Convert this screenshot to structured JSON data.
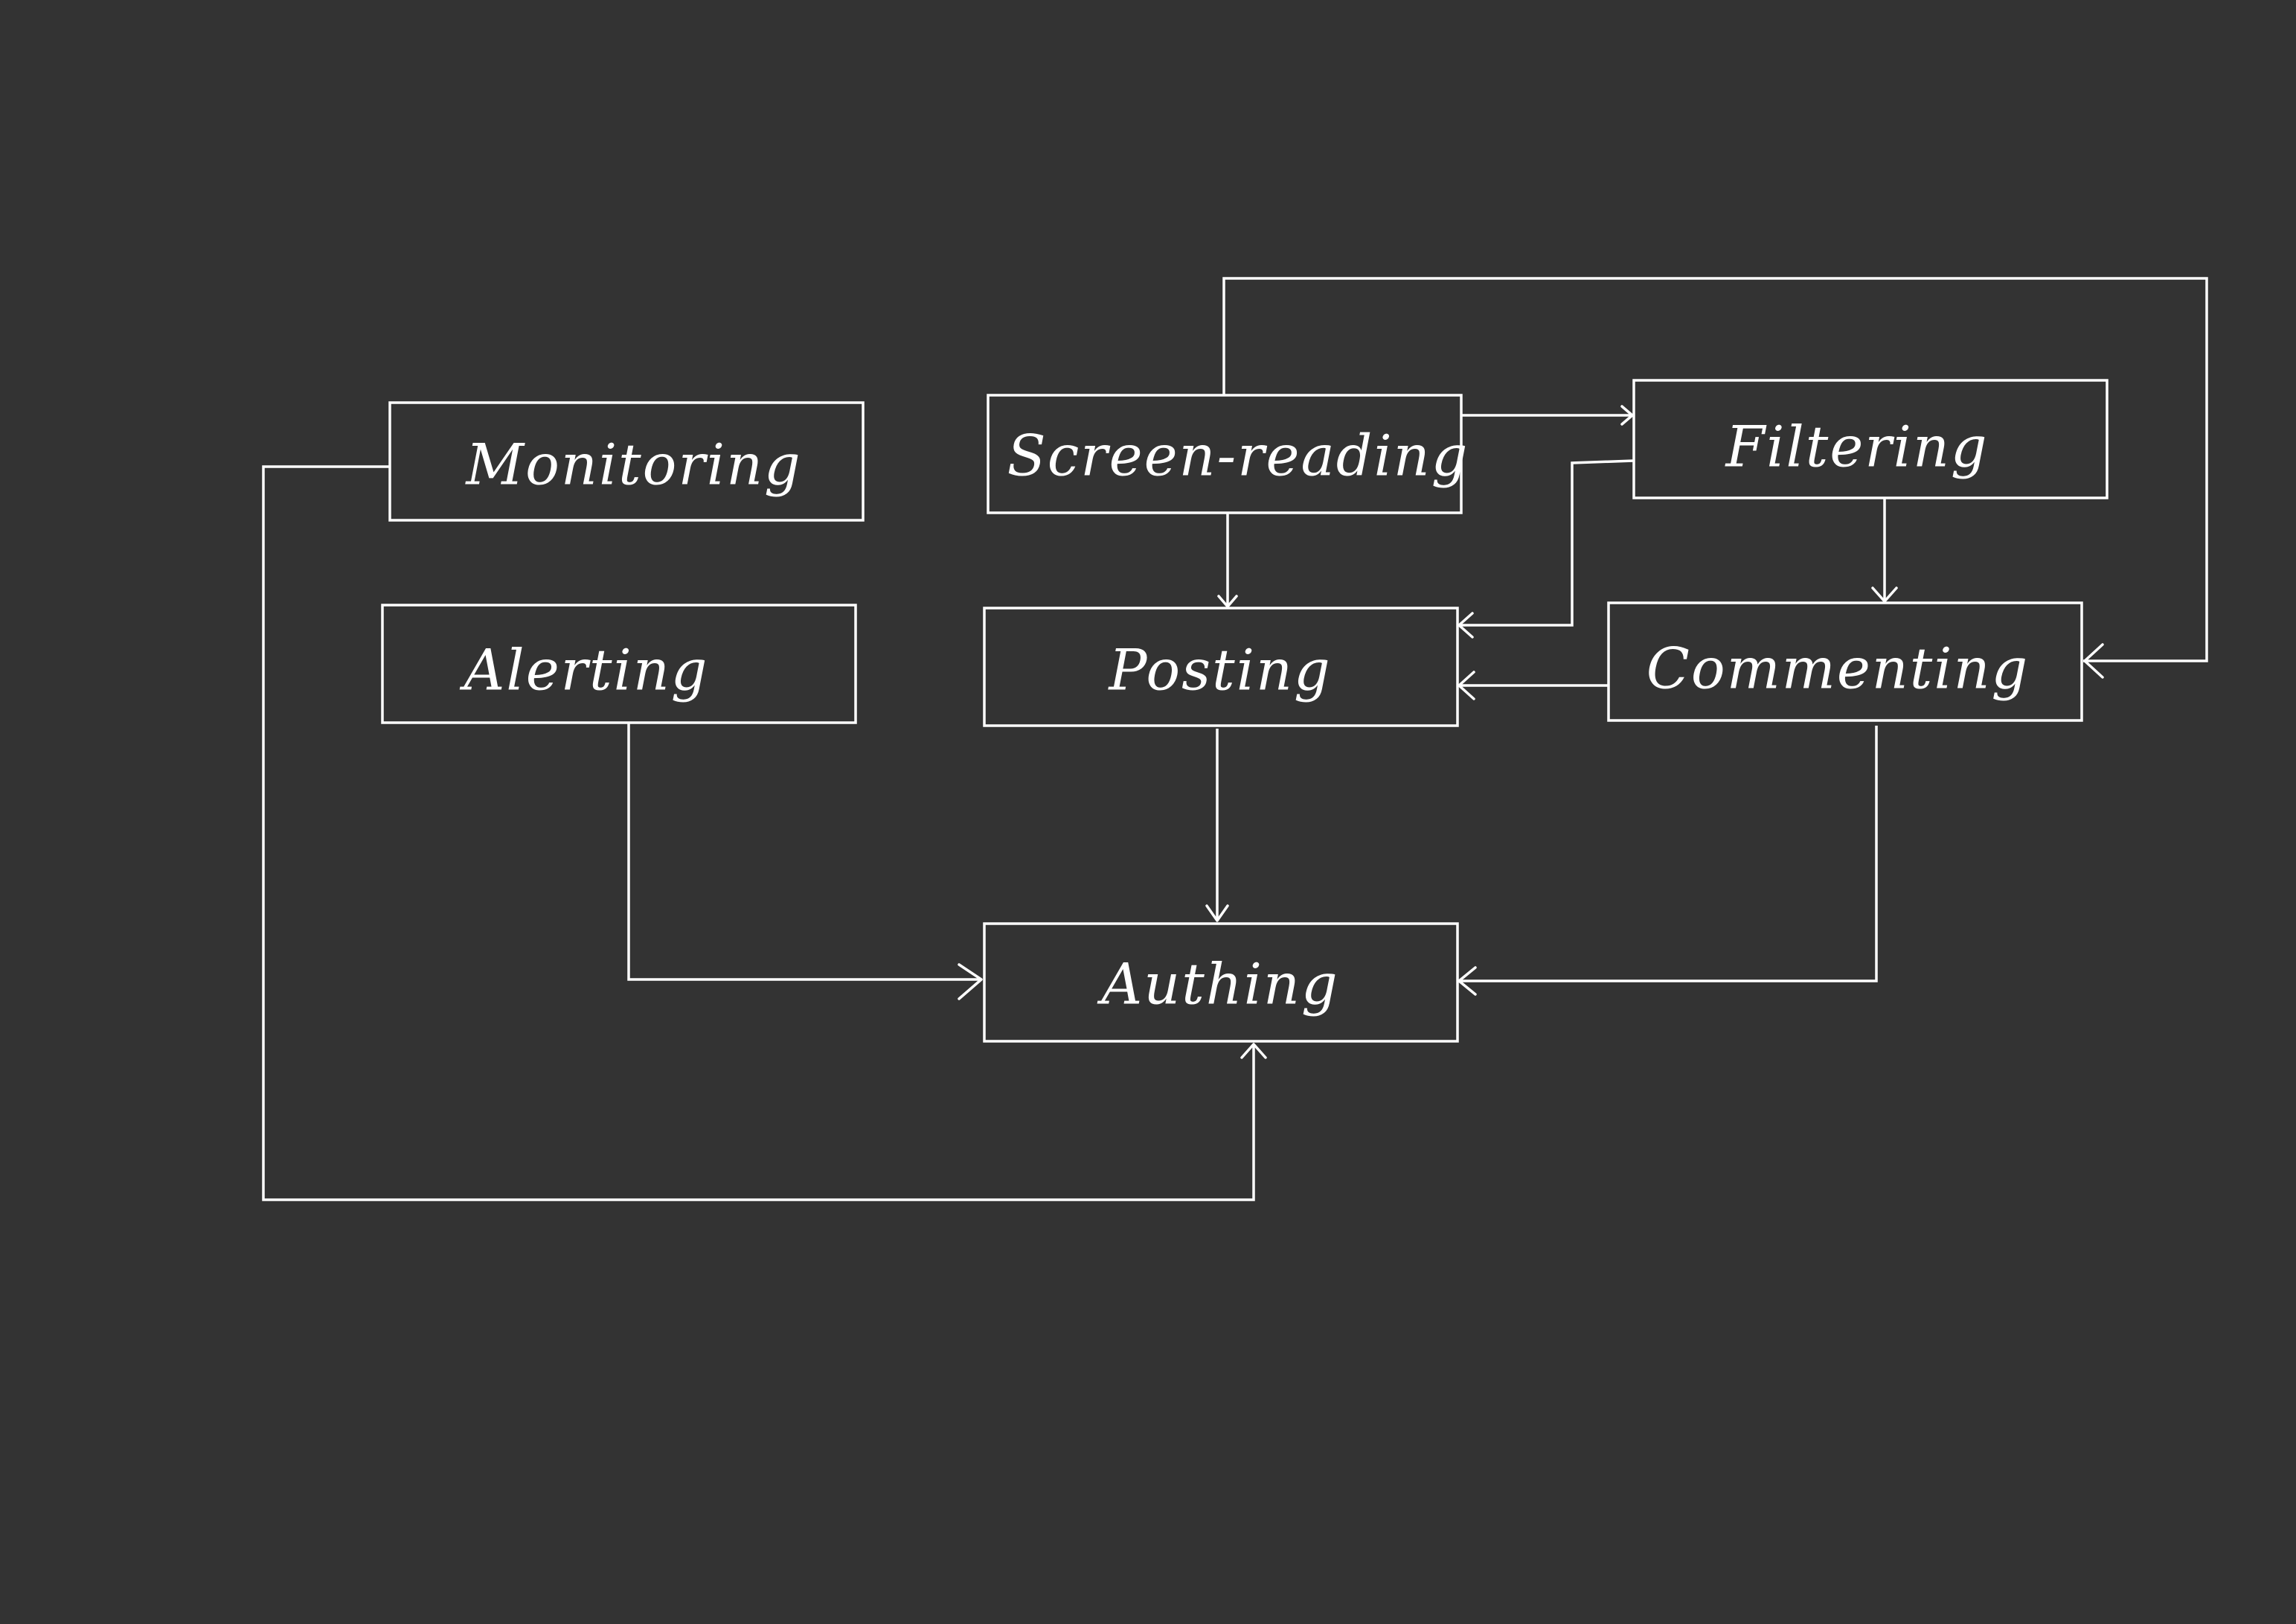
{
  "diagram": {
    "colors": {
      "background": "#333333",
      "stroke": "#ffffff",
      "text": "#ffffff"
    },
    "nodes": [
      {
        "id": "monitoring",
        "label": "Monitoring"
      },
      {
        "id": "screen-reading",
        "label": "Screen-reading"
      },
      {
        "id": "filtering",
        "label": "Filtering"
      },
      {
        "id": "alerting",
        "label": "Alerting"
      },
      {
        "id": "posting",
        "label": "Posting"
      },
      {
        "id": "commenting",
        "label": "Commenting"
      },
      {
        "id": "authing",
        "label": "Authing"
      }
    ],
    "edges": [
      {
        "from": "screen-reading",
        "to": "filtering"
      },
      {
        "from": "screen-reading",
        "to": "posting"
      },
      {
        "from": "screen-reading",
        "to": "commenting"
      },
      {
        "from": "filtering",
        "to": "commenting"
      },
      {
        "from": "filtering",
        "to": "posting"
      },
      {
        "from": "commenting",
        "to": "posting"
      },
      {
        "from": "commenting",
        "to": "authing"
      },
      {
        "from": "posting",
        "to": "authing"
      },
      {
        "from": "alerting",
        "to": "authing"
      },
      {
        "from": "monitoring",
        "to": "authing"
      }
    ]
  }
}
